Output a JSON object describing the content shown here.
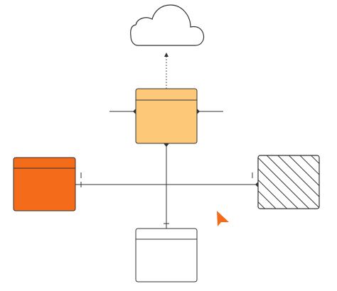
{
  "diagram": {
    "kind": "entity-relationship",
    "colors": {
      "stroke": "#333333",
      "top_entity_fill": "#FDC878",
      "left_entity_fill": "#F46B1A",
      "bottom_entity_fill": "#FFFFFF",
      "right_entity_fill": "#FFFFFF",
      "cloud_fill": "#FFFFFF",
      "cursor_fill": "#F46B1A"
    },
    "nodes": [
      {
        "id": "cloud",
        "shape": "cloud",
        "icon": "cloud-icon"
      },
      {
        "id": "top-entity",
        "shape": "entity-table",
        "fill": "solid-light-orange"
      },
      {
        "id": "left-entity",
        "shape": "entity-table",
        "fill": "solid-orange"
      },
      {
        "id": "bottom-entity",
        "shape": "entity-table",
        "fill": "white"
      },
      {
        "id": "right-entity",
        "shape": "rounded-rect",
        "fill": "diagonal-hatch"
      }
    ],
    "edges": [
      {
        "from": "top-entity",
        "to": "cloud",
        "style": "dotted-arrow"
      },
      {
        "from": "top-entity",
        "to": "left-entity",
        "style": "solid",
        "ends": [
          "many-dot",
          "one-bar"
        ]
      },
      {
        "from": "top-entity",
        "to": "right-entity",
        "style": "solid",
        "ends": [
          "many-dot",
          "one-bar"
        ]
      },
      {
        "from": "top-entity",
        "to": "bottom-entity",
        "style": "solid",
        "ends": [
          "many-dot",
          "one-bar"
        ]
      },
      {
        "from": "left-entity",
        "to": "right-entity",
        "style": "solid",
        "ends": [
          "one-bar",
          "many-dot"
        ]
      }
    ],
    "cursor": {
      "icon": "pointer-cursor-icon"
    }
  }
}
